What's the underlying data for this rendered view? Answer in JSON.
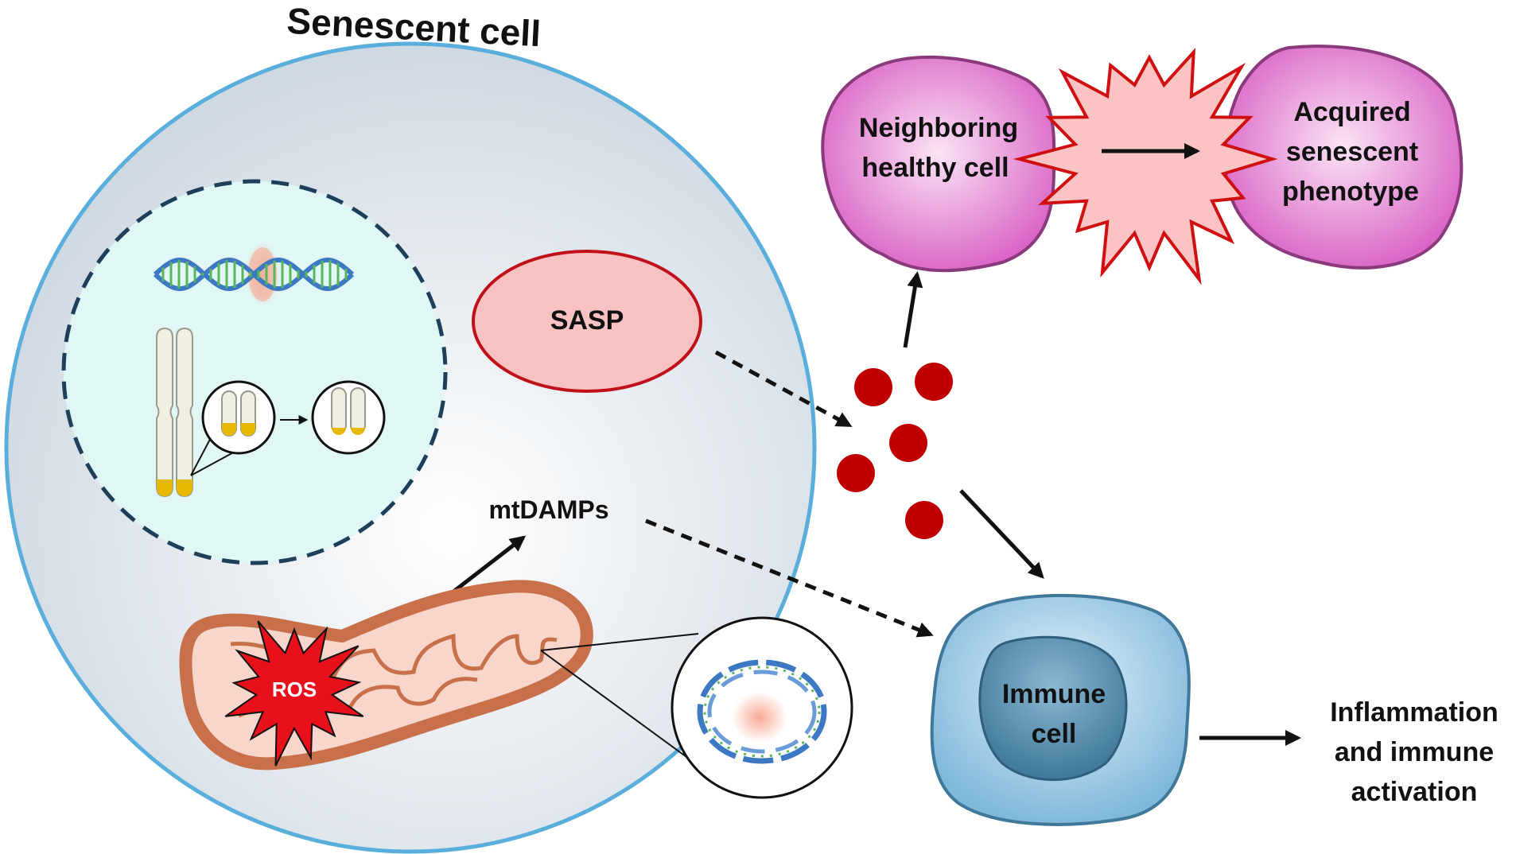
{
  "title": "Senescent cell",
  "labels": {
    "sasp": "SASP",
    "mtdamps": "mtDAMPs",
    "ros": "ROS",
    "neighbor_line1": "Neighboring",
    "neighbor_line2": "healthy cell",
    "acquired_line1": "Acquired",
    "acquired_line2": "senescent",
    "acquired_line3": "phenotype",
    "immune_line1": "Immune",
    "immune_line2": "cell",
    "outcome_line1": "Inflammation",
    "outcome_line2": "and immune",
    "outcome_line3": "activation"
  },
  "colors": {
    "cell_border": "#5aaedc",
    "cell_fill": "#dbe3ea",
    "nucleus_fill": "#e0f7f5",
    "sasp_fill": "#f9c2c2",
    "sasp_border": "#c0101a",
    "factor_dot": "#c00000",
    "pink_cell": "#e26fcf",
    "burst_fill": "#fbc3c3",
    "burst_border": "#d01010",
    "ros_fill": "#e8101a",
    "mito_outer": "#c8704a",
    "mito_inner": "#f8d6cc",
    "immune_outer": "#9fcde8",
    "immune_nucleus": "#4f89a8",
    "dna_blue": "#3c78c4",
    "dna_green": "#58b858",
    "telomere": "#e6b800"
  }
}
